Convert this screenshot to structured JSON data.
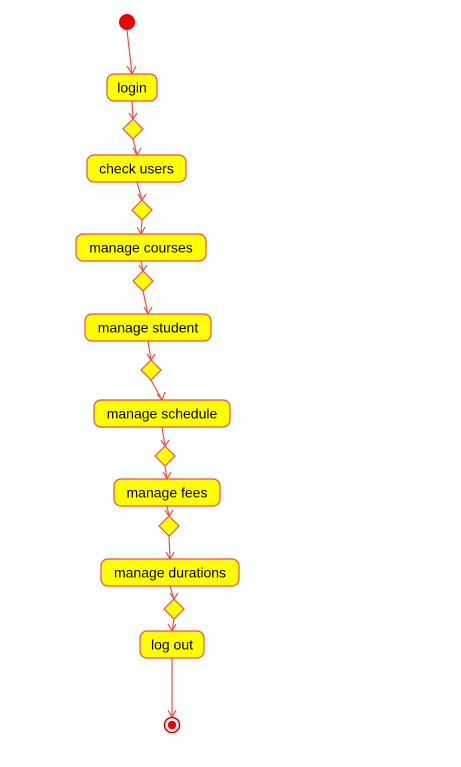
{
  "diagram": {
    "type": "uml-activity",
    "colors": {
      "node_fill": "#ffff00",
      "node_stroke": "#e8504a",
      "initial": "#ee0000",
      "final": "#ee0000"
    },
    "start_node": "initial-node",
    "end_node": "final-node",
    "activities": [
      {
        "label": "login"
      },
      {
        "label": "check users"
      },
      {
        "label": "manage courses"
      },
      {
        "label": "manage student"
      },
      {
        "label": "manage schedule"
      },
      {
        "label": "manage fees"
      },
      {
        "label": "manage durations"
      },
      {
        "label": "log out"
      }
    ]
  }
}
